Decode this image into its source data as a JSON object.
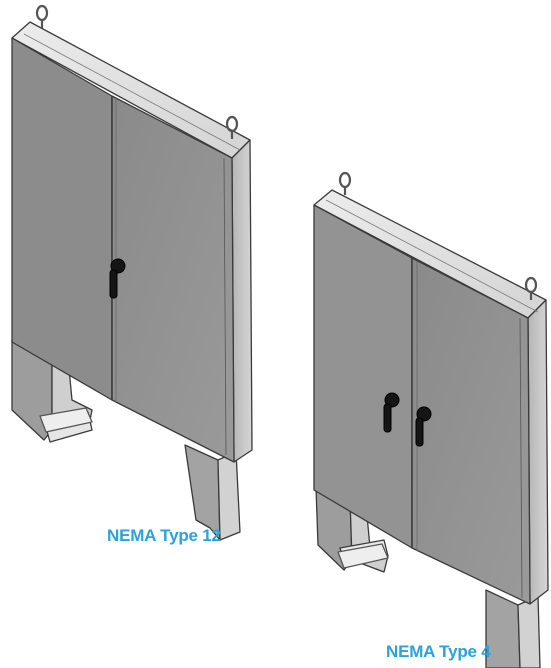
{
  "captions": {
    "type12": "NEMA Type 12",
    "type4": "NEMA Type 4"
  },
  "colors": {
    "caption": "#2AA3DB",
    "door_front": "#8e8e8e",
    "door_front_alt": "#979797",
    "side_panel": "#c8c8c8",
    "top_panel": "#e2e2e2",
    "leg_front": "#9d9d9d",
    "leg_side": "#d0d0d0",
    "outline": "#3a3a3a",
    "handle": "#151515"
  },
  "products": [
    {
      "name": "type12-enclosure",
      "handles": 1
    },
    {
      "name": "type4-enclosure",
      "handles": 2
    }
  ]
}
